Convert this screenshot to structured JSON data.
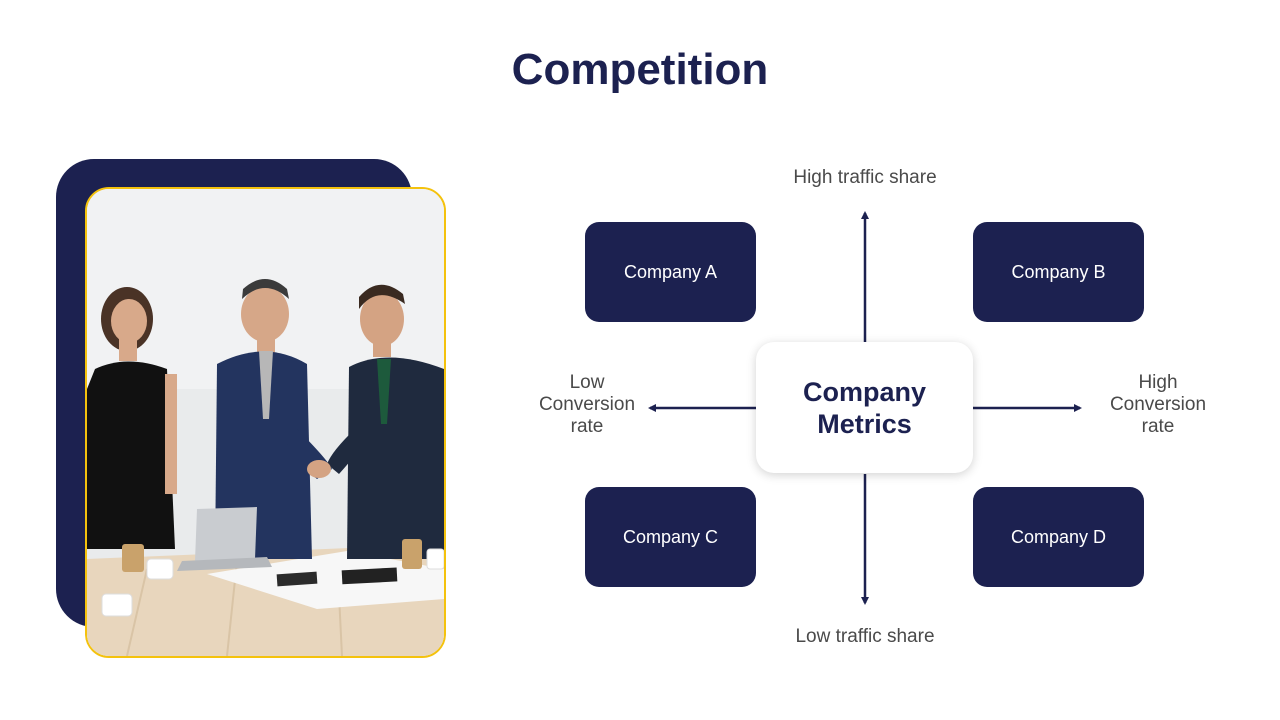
{
  "slide": {
    "title": "Competition"
  },
  "diagram": {
    "center_label": "Company\nMetrics",
    "axes": {
      "top": "High traffic share",
      "bottom": "Low traffic share",
      "left": "Low\nConversion\nrate",
      "right": "High\nConversion\nrate"
    },
    "quadrants": [
      {
        "label": "Company A"
      },
      {
        "label": "Company B"
      },
      {
        "label": "Company C"
      },
      {
        "label": "Company D"
      }
    ]
  },
  "colors": {
    "primary": "#1c2150",
    "accent": "#f4c20d",
    "text": "#4a4a4a"
  },
  "image": {
    "subject": "business-meeting-handshake-photo"
  }
}
